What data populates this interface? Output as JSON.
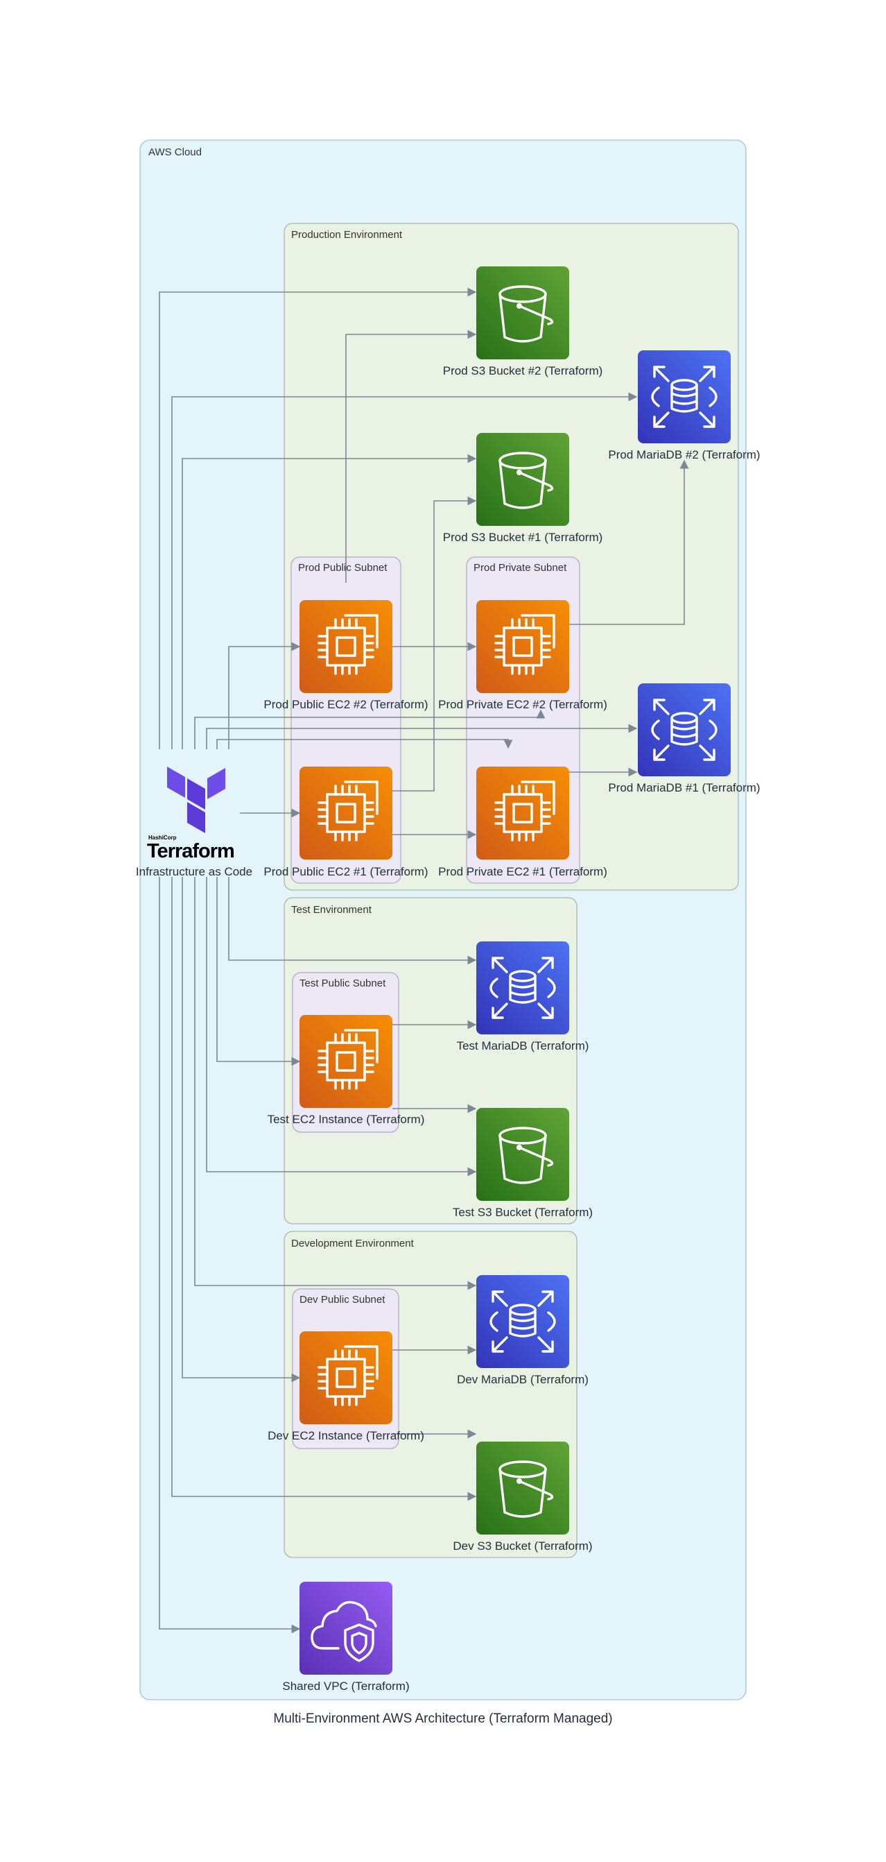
{
  "caption": "Multi-Environment AWS Architecture (Terraform Managed)",
  "clusters": {
    "aws_cloud": "AWS Cloud",
    "production": "Production Environment",
    "prod_public_subnet": "Prod Public Subnet",
    "prod_private_subnet": "Prod Private Subnet",
    "test": "Test Environment",
    "test_public_subnet": "Test Public Subnet",
    "development": "Development Environment",
    "dev_public_subnet": "Dev Public Subnet"
  },
  "terraform": {
    "logo_small_text": "HashiCorp",
    "logo_text": "Terraform",
    "label": "Infrastructure as Code"
  },
  "nodes": {
    "prod_s3_2": "Prod S3 Bucket #2 (Terraform)",
    "prod_s3_1": "Prod S3 Bucket #1 (Terraform)",
    "prod_mariadb_2": "Prod MariaDB #2 (Terraform)",
    "prod_mariadb_1": "Prod MariaDB #1 (Terraform)",
    "prod_public_ec2_2": "Prod Public EC2 #2 (Terraform)",
    "prod_public_ec2_1": "Prod Public EC2 #1 (Terraform)",
    "prod_private_ec2_2": "Prod Private EC2 #2 (Terraform)",
    "prod_private_ec2_1": "Prod Private EC2 #1 (Terraform)",
    "test_mariadb": "Test MariaDB (Terraform)",
    "test_ec2": "Test EC2 Instance (Terraform)",
    "test_s3": "Test S3 Bucket (Terraform)",
    "dev_mariadb": "Dev MariaDB (Terraform)",
    "dev_ec2": "Dev EC2 Instance (Terraform)",
    "dev_s3": "Dev S3 Bucket (Terraform)",
    "shared_vpc": "Shared VPC (Terraform)"
  },
  "colors": {
    "aws_cloud_fill": "#e3f4fb",
    "environment_fill": "#eaf2e3",
    "subnet_fill": "#ece8f6",
    "s3_green": "#3f8624",
    "ec2_orange": "#e8720c",
    "rds_blue": "#3b48cc",
    "vpc_purple": "#7b3fd6",
    "terraform_purple": "#623ce4",
    "edge_gray": "#7b8794"
  }
}
